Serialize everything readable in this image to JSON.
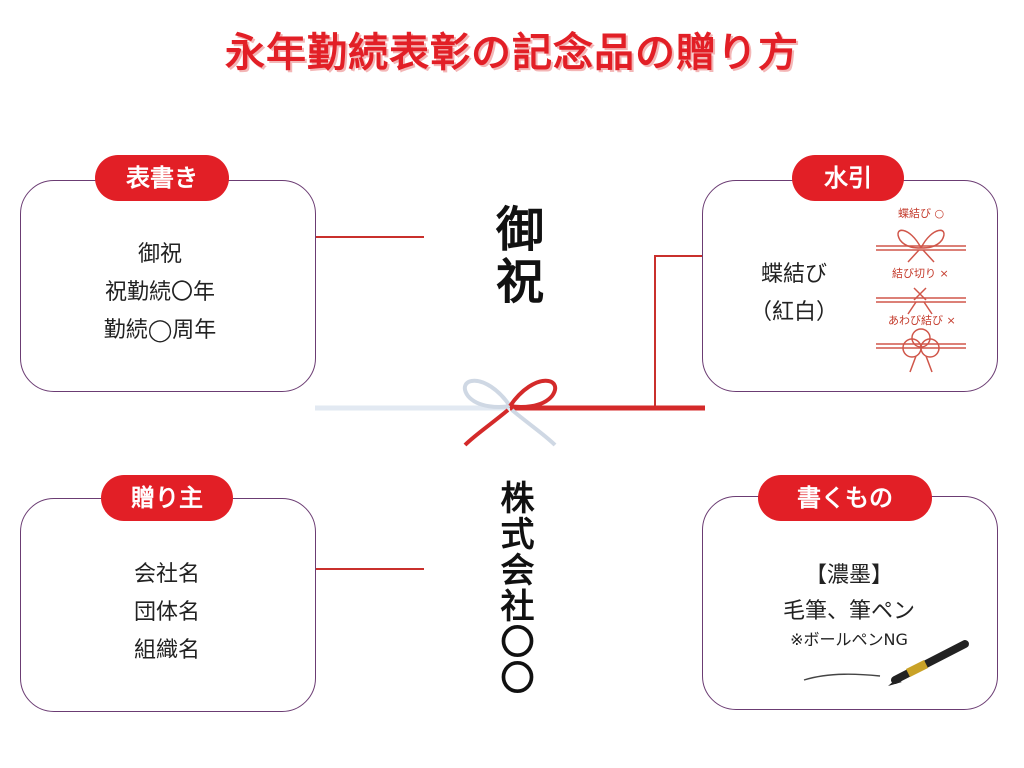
{
  "title": "永年勤続表彰の記念品の贈り方",
  "omotegaki": {
    "label": "表書き",
    "items": [
      "御祝",
      "祝勤続〇年",
      "勤続◯周年"
    ]
  },
  "mizuhiki": {
    "label": "水引",
    "items": [
      "蝶結び",
      "（紅白）"
    ],
    "examples": [
      "蝶結び ○",
      "結び切り ×",
      "あわび結び ×"
    ]
  },
  "okurinushi": {
    "label": "贈り主",
    "items": [
      "会社名",
      "団体名",
      "組織名"
    ]
  },
  "kakumono": {
    "label": "書くもの",
    "items": [
      "【濃墨】",
      "毛筆、筆ペン",
      "※ボールペンNG"
    ]
  },
  "noshi": {
    "upper": "御祝",
    "lower": "株式会社〇〇"
  },
  "colors": {
    "accent": "#e21f26",
    "border": "#6b3c73",
    "mizuhiki_red": "#d42a2a",
    "mizuhiki_white": "#e8eef5"
  }
}
